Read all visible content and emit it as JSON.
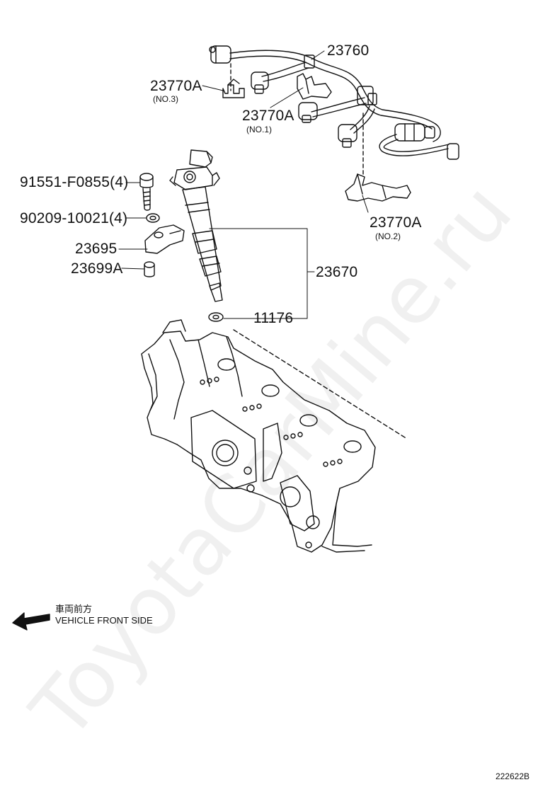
{
  "callouts": {
    "c23760": "23760",
    "c23770a_no3": "23770A",
    "c23770a_no3_sub": "(NO.3)",
    "c23770a_no1": "23770A",
    "c23770a_no1_sub": "(NO.1)",
    "c23770a_no2": "23770A",
    "c23770a_no2_sub": "(NO.2)",
    "c91551": "91551-F0855(4)",
    "c90209": "90209-10021(4)",
    "c23695": "23695",
    "c23699a": "23699A",
    "c23670": "23670",
    "c11176": "11176"
  },
  "direction": {
    "jp": "車両前方",
    "en": "VEHICLE FRONT SIDE"
  },
  "watermark": "ToyotaCarMine.ru",
  "diagram_id": "222622B"
}
